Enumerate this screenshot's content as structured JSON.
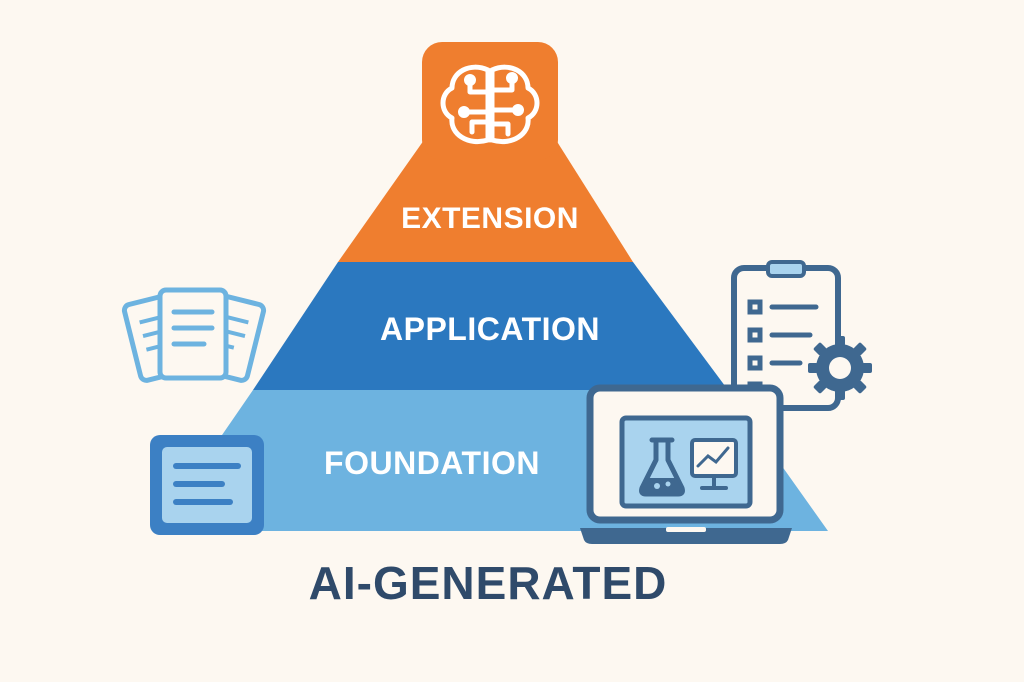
{
  "diagram": {
    "tiers": [
      {
        "key": "top",
        "label": "EXTENSION"
      },
      {
        "key": "middle",
        "label": "APPLICATION"
      },
      {
        "key": "bottom",
        "label": "FOUNDATION"
      }
    ],
    "caption": "AI-GENERATED"
  },
  "icons": {
    "top": "brain-circuit-icon",
    "left_upper": "stacked-documents-icon",
    "left_lower": "document-card-icon",
    "right_upper": "clipboard-gear-icon",
    "right_lower": "laptop-lab-icon"
  },
  "colors": {
    "background": "#FDF8F1",
    "extension": "#EF7E2F",
    "application": "#2B78BF",
    "foundation": "#6DB3E0",
    "icon_stroke": "#3F6890",
    "caption": "#2F4A6A"
  }
}
